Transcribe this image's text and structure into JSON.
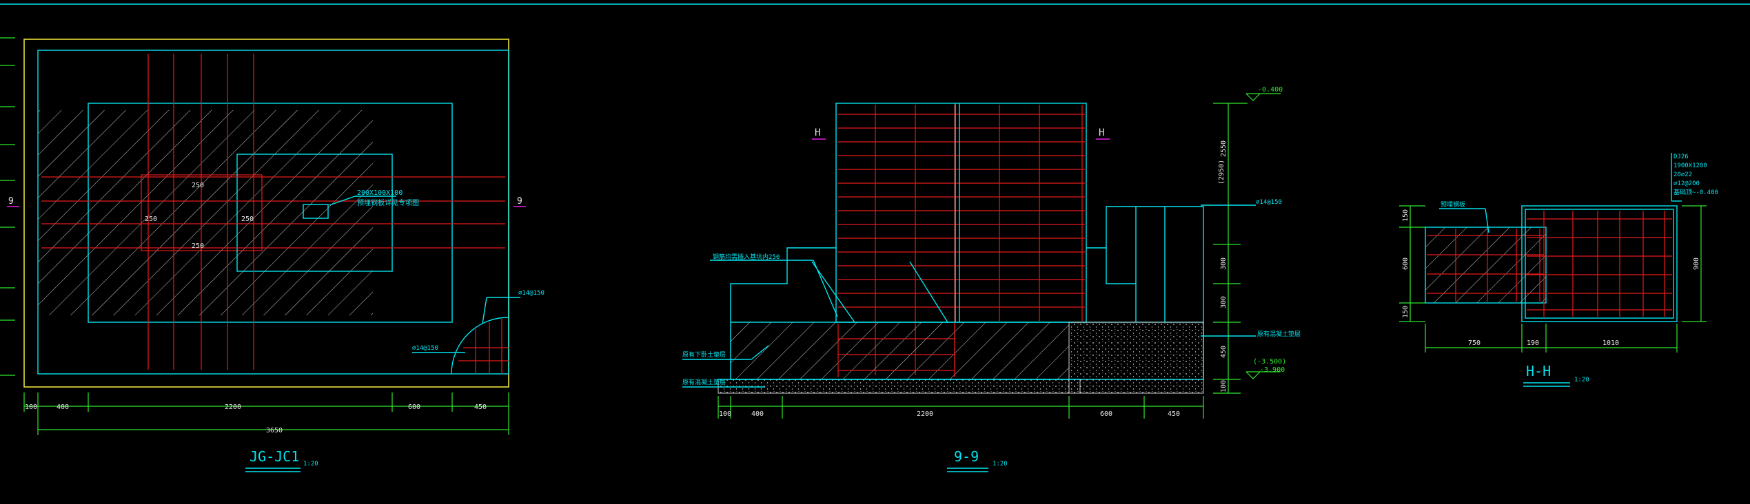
{
  "colors": {
    "background": "#000000",
    "cyan": "#00e5f0",
    "green": "#2ee82e",
    "red": "#e81b1b",
    "white": "#e6e6e6",
    "yellow": "#e8e03a",
    "magenta": "#e81be8"
  },
  "plan": {
    "title": "JG-JC1",
    "scale": "1:20",
    "section_mark_left": "9",
    "section_mark_right": "9",
    "dims_bottom": [
      "100",
      "400",
      "2200",
      "600",
      "450"
    ],
    "dim_total": "3650",
    "inner_labels": [
      "250",
      "250",
      "250",
      "250"
    ],
    "embed_note_line1": "200X100X100",
    "embed_note_line2": "预埋钢板详见专项图",
    "rebar_note_1": "⌀14@150",
    "rebar_note_2": "⌀14@150"
  },
  "section99": {
    "title": "9-9",
    "scale": "1:20",
    "cut_left": "H",
    "cut_right": "H",
    "elev_top": "-0.400",
    "elev_bottom_1": "(-3.500)",
    "elev_bottom_2": "-3.900",
    "vert_dims": [
      "(2950)",
      "2550",
      "300",
      "300",
      "450",
      "100"
    ],
    "note_rebar_right": "⌀14@150",
    "note_left_1": "钢筋均需插入基坑内250",
    "note_left_2": "原有下卧土垫层",
    "note_left_3": "原有混凝土垫层",
    "note_right": "原有混凝土垫层",
    "dims_bottom": [
      "100",
      "400",
      "2200",
      "600",
      "450"
    ]
  },
  "sectionHH": {
    "title": "H-H",
    "scale": "1:20",
    "note_left": "预埋钢板",
    "spec_lines": [
      "DJ26",
      "1900X1200",
      "20⌀22",
      "⌀12@200",
      "基础顶~-0.400"
    ],
    "vert_dims_left": [
      "150",
      "600",
      "150"
    ],
    "vert_dim_right": "900",
    "dims_bottom": [
      "750",
      "190",
      "1010"
    ]
  }
}
